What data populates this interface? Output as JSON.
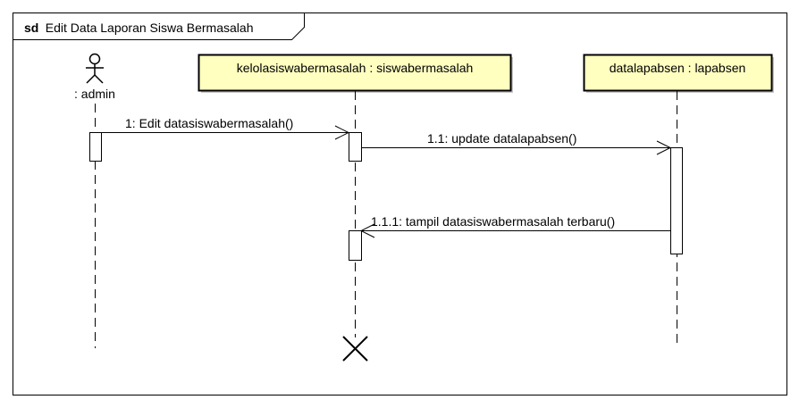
{
  "frame": {
    "keyword": "sd",
    "title": "Edit Data Laporan Siswa Bermasalah"
  },
  "actor": {
    "label": ": admin"
  },
  "lifelines": {
    "kelola": {
      "label": "kelolasiswabermasalah : siswabermasalah"
    },
    "datalap": {
      "label": "datalapabsen : lapabsen"
    }
  },
  "messages": {
    "m1": "1: Edit datasiswabermasalah()",
    "m2": "1.1: update datalapabsen()",
    "m3": "1.1.1: tampil datasiswabermasalah terbaru()"
  },
  "colors": {
    "lifeline_box_fill": "#ffffc0",
    "line": "#000000",
    "background": "#ffffff"
  }
}
